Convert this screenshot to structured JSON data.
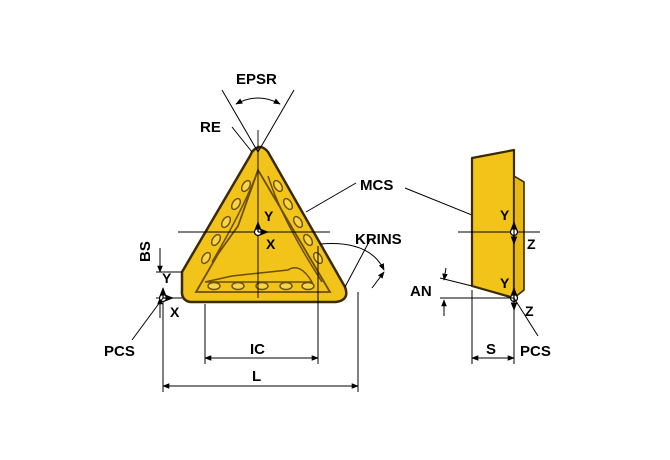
{
  "colors": {
    "insert_fill": "#f2c318",
    "insert_edge": "#3a2a00",
    "detail": "#6b4f00",
    "line": "#000000"
  },
  "labels": {
    "epsr": "EPSR",
    "re": "RE",
    "mcs": "MCS",
    "krins": "KRINS",
    "bs": "BS",
    "pcs_left": "PCS",
    "pcs_right": "PCS",
    "ic": "IC",
    "l": "L",
    "an": "AN",
    "s": "S"
  },
  "axes": {
    "mcs_front_y": "Y",
    "mcs_front_x": "X",
    "pcs_front_y": "Y",
    "pcs_front_x": "X",
    "mcs_side_y": "Y",
    "mcs_side_z": "Z",
    "pcs_side_y": "Y",
    "pcs_side_z": "Z"
  }
}
